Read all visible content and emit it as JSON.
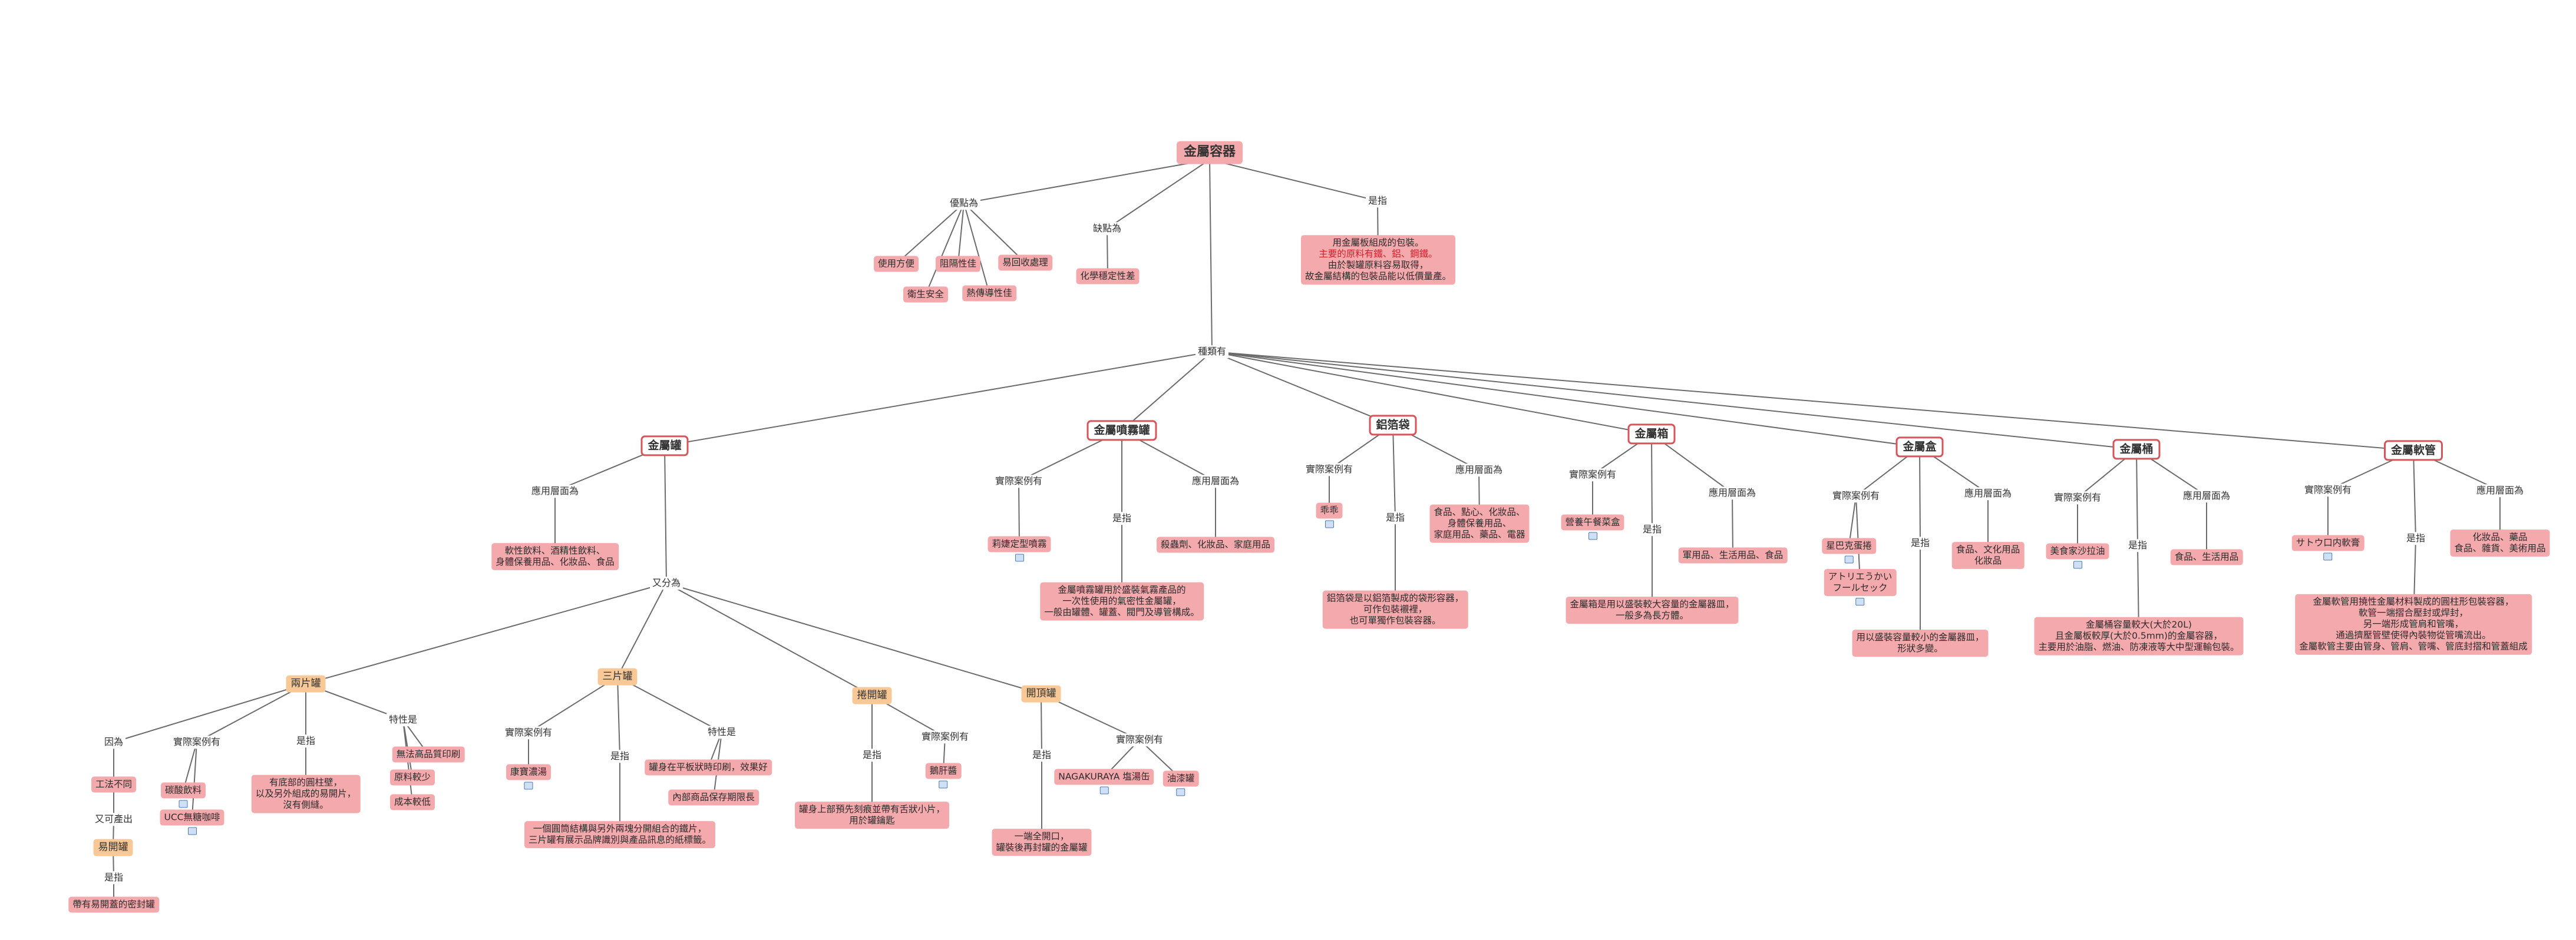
{
  "nodes": {
    "root": "金屬容器",
    "adv_lbl": "優點為",
    "con_lbl": "缺點為",
    "def_lbl": "是指",
    "adv1": "使用方便",
    "adv2": "阻隔性佳",
    "adv3": "易回收處理",
    "adv4": "衛生安全",
    "adv5": "熱傳導性佳",
    "con1": "化學穩定性差",
    "def_l1": "用金屬板組成的包裝。",
    "def_l2": "主要的原料有鐵、鋁、鋼鐵。",
    "def_l3": "由於製罐原料容易取得，",
    "def_l4": "故金屬結構的包裝品能以低價量產。",
    "types_lbl": "種類有",
    "cat_can": "金屬罐",
    "cat_spray": "金屬噴霧罐",
    "cat_foil": "鋁箔袋",
    "cat_box": "金屬箱",
    "cat_case": "金屬盒",
    "cat_bucket": "金屬桶",
    "cat_tube": "金屬軟管",
    "can_app_lbl": "應用層面為",
    "can_app_l1": "軟性飲料、酒精性飲料、",
    "can_app_l2": "身體保養用品、化妝品、食品",
    "can_split_lbl": "又分為",
    "sub_two": "兩片罐",
    "sub_three": "三片罐",
    "sub_roll": "捲開罐",
    "sub_open": "開頂罐",
    "two_because": "因為",
    "two_ex_lbl": "實際案例有",
    "two_def_lbl": "是指",
    "two_feat_lbl": "特性是",
    "two_reason": "工法不同",
    "two_also": "又可產出",
    "two_easy": "易開罐",
    "two_easy_def_lbl": "是指",
    "two_easy_def": "帶有易開蓋的密封罐",
    "two_ex1": "碳酸飲料",
    "two_ex2": "UCC無糖咖啡",
    "two_def_l1": "有底部的圓柱壁，",
    "two_def_l2": "以及另外組成的易開片，",
    "two_def_l3": "沒有側縫。",
    "two_feat1": "無法高品質印刷",
    "two_feat2": "原料較少",
    "two_feat3": "成本較低",
    "three_ex_lbl": "實際案例有",
    "three_def_lbl": "是指",
    "three_feat_lbl": "特性是",
    "three_ex1": "康寶濃湯",
    "three_def_l1": "一個圓筒結構與另外兩塊分開組合的鐵片，",
    "three_def_l2": "三片罐有展示品牌識別與產品訊息的紙標籤。",
    "three_feat1": "罐身在平板狀時印刷，效果好",
    "three_feat2": "內部商品保存期限長",
    "roll_def_lbl": "是指",
    "roll_ex_lbl": "實際案例有",
    "roll_def_l1": "罐身上部預先刻痕並帶有舌狀小片，",
    "roll_def_l2": "用於罐鑰匙",
    "roll_ex1": "鵝肝醬",
    "open_def_lbl": "是指",
    "open_ex_lbl": "實際案例有",
    "open_def_l1": "一端全開口，",
    "open_def_l2": "罐裝後再封罐的金屬罐",
    "open_ex1": "NAGAKURAYA 塩湯缶",
    "open_ex2": "油漆罐",
    "spray_ex_lbl": "實際案例有",
    "spray_def_lbl": "是指",
    "spray_app_lbl": "應用層面為",
    "spray_ex1": "莉婕定型噴霧",
    "spray_def_l1": "金屬噴霧罐用於盛裝氣霧產品的",
    "spray_def_l2": "一次性使用的氣密性金屬罐，",
    "spray_def_l3": "一般由罐體、罐蓋、閥門及導管構成。",
    "spray_app1": "殺蟲劑、化妝品、家庭用品",
    "foil_ex_lbl": "實際案例有",
    "foil_def_lbl": "是指",
    "foil_app_lbl": "應用層面為",
    "foil_ex1": "乖乖",
    "foil_def_l1": "鋁箔袋是以鋁箔製成的袋形容器，",
    "foil_def_l2": "可作包裝襯裡，",
    "foil_def_l3": "也可單獨作包裝容器。",
    "foil_app_l1": "食品、點心、化妝品、",
    "foil_app_l2": "身體保養用品、",
    "foil_app_l3": "家庭用品、藥品、電器",
    "box_ex_lbl": "實際案例有",
    "box_def_lbl": "是指",
    "box_app_lbl": "應用層面為",
    "box_ex1": "營養午餐菜盒",
    "box_def_l1": "金屬箱是用以盛裝較大容量的金屬器皿，",
    "box_def_l2": "一般多為長方體。",
    "box_app1": "軍用品、生活用品、食品",
    "case_ex_lbl": "實際案例有",
    "case_def_lbl": "是指",
    "case_app_lbl": "應用層面為",
    "case_ex1": "星巴克蛋捲",
    "case_ex2_l1": "アトリエうかい",
    "case_ex2_l2": "フールセック",
    "case_def_l1": "用以盛裝容量較小的金屬器皿，",
    "case_def_l2": "形狀多變。",
    "case_app_l1": "食品、文化用品",
    "case_app_l2": "化妝品",
    "bucket_ex_lbl": "實際案例有",
    "bucket_def_lbl": "是指",
    "bucket_app_lbl": "應用層面為",
    "bucket_ex1": "美食家沙拉油",
    "bucket_def_l1": "金屬桶容量較大(大於20L)",
    "bucket_def_l2": "且金屬板較厚(大於0.5mm)的金屬容器，",
    "bucket_def_l3": "主要用於油脂、燃油、防凍液等大中型運輸包裝。",
    "bucket_app1": "食品、生活用品",
    "tube_ex_lbl": "實際案例有",
    "tube_def_lbl": "是指",
    "tube_app_lbl": "應用層面為",
    "tube_ex1": "サトウ口内軟膏",
    "tube_def_l1": "金屬軟管用撓性金屬材料製成的圓柱形包裝容器，",
    "tube_def_l2": "軟管一端摺合壓封或焊封，",
    "tube_def_l3": "另一端形成管肩和管嘴，",
    "tube_def_l4": "通過擠壓管壁使得內裝物從管嘴流出。",
    "tube_def_l5": "金屬軟管主要由管身、管肩、管嘴、管底封摺和管蓋組成",
    "tube_app_l1": "化妝品、藥品",
    "tube_app_l2": "食品、雜貨、美術用品"
  },
  "colors": {
    "leaf_fill": "#f4a9ad",
    "category_border": "#d9535a",
    "subcategory_fill": "#f8c996",
    "highlight_text": "#d21f2a",
    "edge": "#6b6b6b"
  }
}
